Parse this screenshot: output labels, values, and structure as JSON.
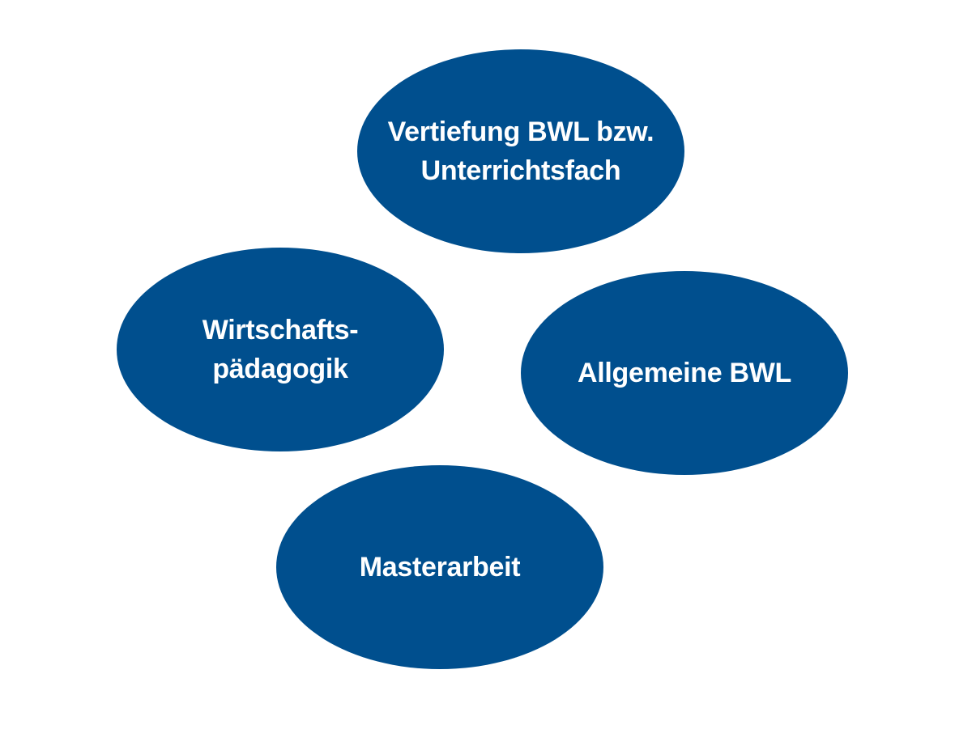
{
  "colors": {
    "ellipse_fill": "#004f8e",
    "label_text": "#ffffff",
    "background": "#ffffff"
  },
  "modules": [
    {
      "id": "vertiefung",
      "label": "Vertiefung BWL bzw.\nUnterrichtsfach"
    },
    {
      "id": "wirtschaftspaedagogik",
      "label": "Wirtschafts-\npädagogik"
    },
    {
      "id": "allgemeine-bwl",
      "label": "Allgemeine BWL"
    },
    {
      "id": "masterarbeit",
      "label": "Masterarbeit"
    }
  ]
}
